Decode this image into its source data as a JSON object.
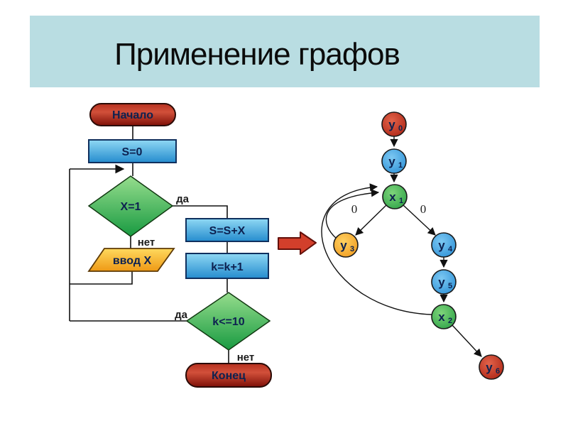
{
  "slide": {
    "title": "Применение графов",
    "background_color": "#ffffff",
    "banner_color": "#b9dde2",
    "title_color": "#0b0b0b"
  },
  "flowchart": {
    "start": "Начало",
    "init": "S=0",
    "decision_x": "X=1",
    "input": "ввод X",
    "process_sum": "S=S+X",
    "process_inc": "k=k+1",
    "decision_k": "k<=10",
    "end": "Конец",
    "labels": {
      "x_yes": "да",
      "x_no": "нет",
      "k_yes": "да",
      "k_no": "нет"
    }
  },
  "graph": {
    "nodes": [
      {
        "id": "y0",
        "base": "y",
        "sub": "0",
        "color": "red"
      },
      {
        "id": "y1",
        "base": "y",
        "sub": "1",
        "color": "blue"
      },
      {
        "id": "x1",
        "base": "x",
        "sub": "1",
        "color": "green"
      },
      {
        "id": "y3",
        "base": "y",
        "sub": "3",
        "color": "orange"
      },
      {
        "id": "y4",
        "base": "y",
        "sub": "4",
        "color": "blue"
      },
      {
        "id": "y5",
        "base": "y",
        "sub": "5",
        "color": "blue"
      },
      {
        "id": "x2",
        "base": "x",
        "sub": "2",
        "color": "green"
      },
      {
        "id": "y6",
        "base": "y",
        "sub": "6",
        "color": "red"
      }
    ],
    "edges": [
      {
        "from": "y0",
        "to": "y1"
      },
      {
        "from": "y1",
        "to": "x1"
      },
      {
        "from": "x1",
        "to": "y3",
        "label": "0"
      },
      {
        "from": "x1",
        "to": "y4",
        "label": "0"
      },
      {
        "from": "y3",
        "to": "x1",
        "curved": true
      },
      {
        "from": "y4",
        "to": "y5"
      },
      {
        "from": "y5",
        "to": "x2"
      },
      {
        "from": "x2",
        "to": "x1",
        "curved": true
      },
      {
        "from": "x2",
        "to": "y6"
      }
    ],
    "edge_labels": {
      "x1_y3": "0",
      "x1_y4": "0"
    }
  },
  "palette": {
    "banner": "#b9dde2",
    "red_shape": "#c23a28",
    "blue_shape": "#3b9fdc",
    "green_shape": "#3aa84e",
    "orange_shape": "#f6b02a",
    "transform_arrow": "#d23f2b",
    "line": "#111111",
    "shape_text": "#0d2150"
  }
}
